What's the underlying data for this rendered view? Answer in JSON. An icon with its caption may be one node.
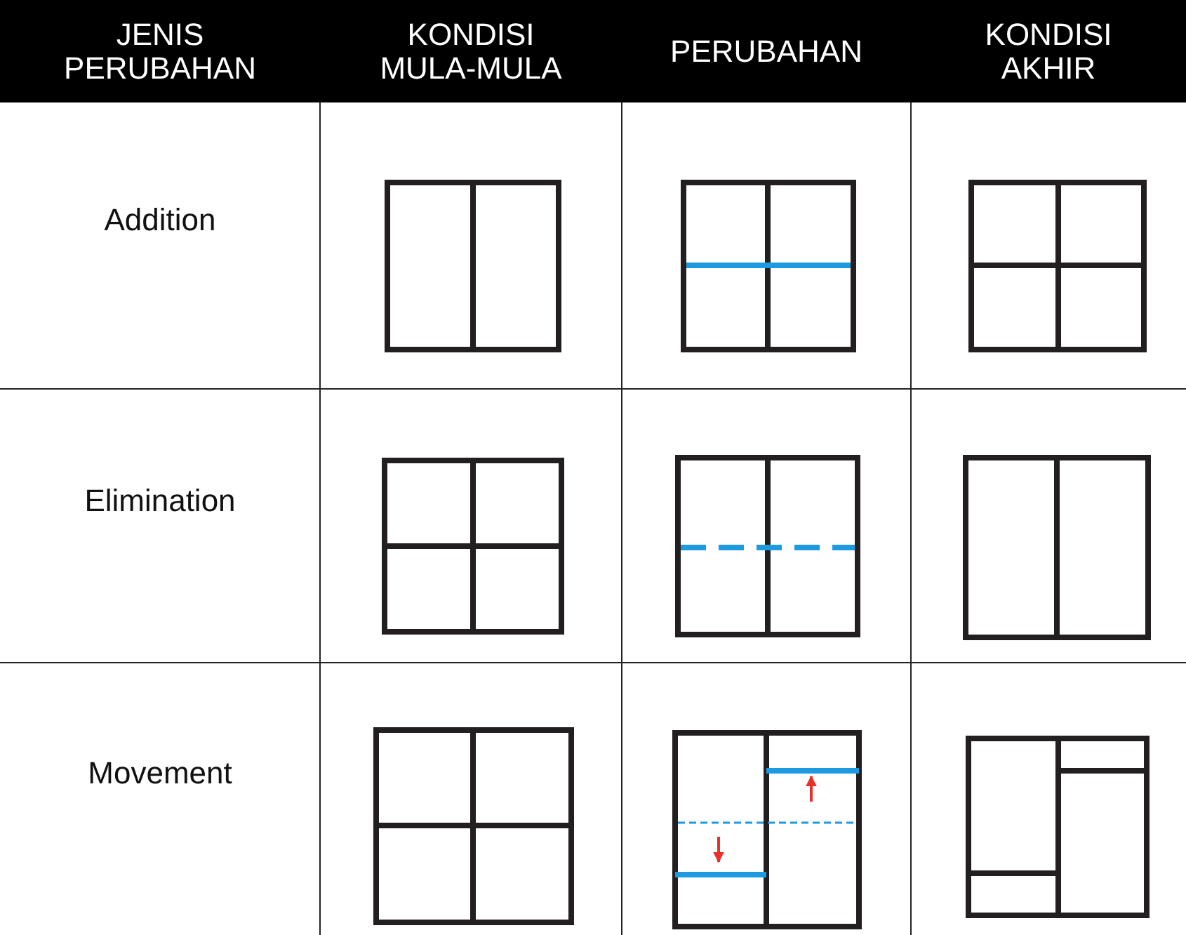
{
  "diagram": {
    "labels": [
      "JENIS PERUBAHAN",
      "KONDISI MULA-MULA",
      "PERUBAHAN",
      "KONDISI AKHIR",
      "Addition",
      "Elimination",
      "Movement"
    ]
  }
}
